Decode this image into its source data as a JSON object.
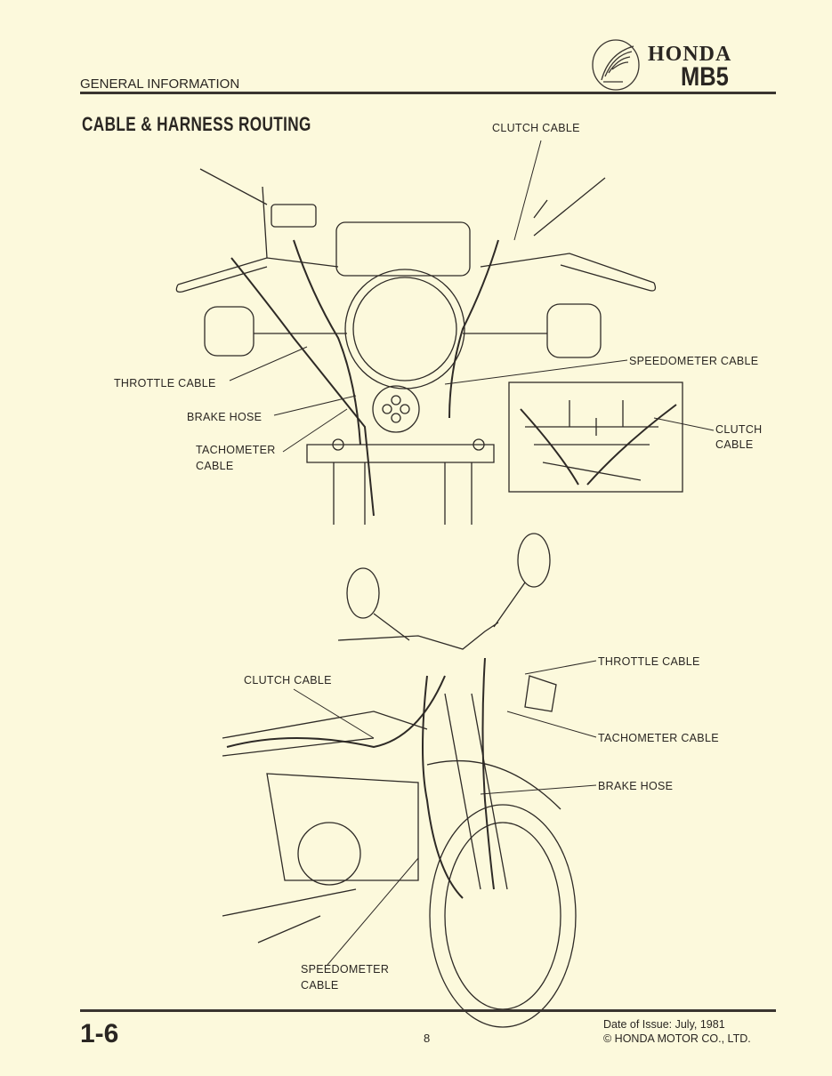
{
  "header": {
    "section": "GENERAL INFORMATION",
    "brand": "HONDA",
    "model": "MB5",
    "logo": "honda-wing-logo"
  },
  "page_title": "CABLE & HARNESS ROUTING",
  "top_figure": {
    "labels": {
      "clutch_cable": "CLUTCH CABLE",
      "speedometer_cable": "SPEEDOMETER CABLE",
      "throttle_cable": "THROTTLE CABLE",
      "brake_hose": "BRAKE HOSE",
      "tachometer_cable_1": "TACHOMETER",
      "tachometer_cable_2": "CABLE"
    },
    "inset": {
      "clutch_cable_1": "CLUTCH",
      "clutch_cable_2": "CABLE"
    }
  },
  "bottom_figure": {
    "labels": {
      "throttle_cable": "THROTTLE CABLE",
      "clutch_cable": "CLUTCH CABLE",
      "tachometer_cable": "TACHOMETER CABLE",
      "brake_hose": "BRAKE HOSE",
      "speedometer_cable_1": "SPEEDOMETER",
      "speedometer_cable_2": "CABLE"
    }
  },
  "footer": {
    "page_id": "1-6",
    "page_number": "8",
    "date_of_issue": "Date of Issue: July, 1981",
    "copyright": "© HONDA MOTOR CO., LTD."
  }
}
